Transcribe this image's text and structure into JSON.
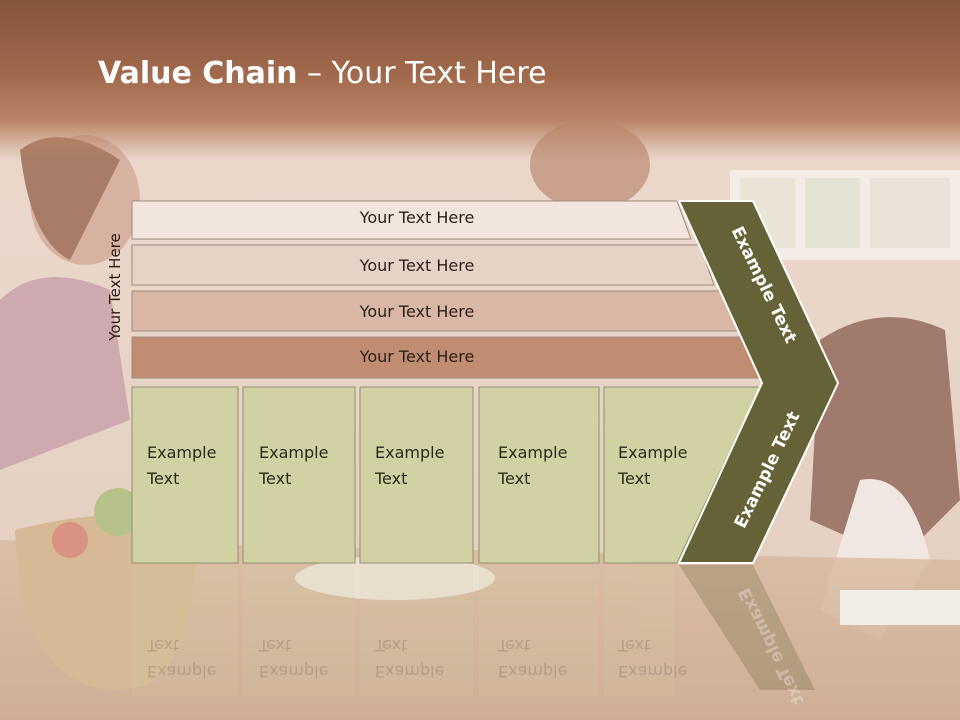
{
  "title": {
    "bold": "Value Chain",
    "rest": " – Your Text Here"
  },
  "side_label": "Your Text Here",
  "rows": [
    "Your Text Here",
    "Your Text Here",
    "Your Text Here",
    "Your Text Here"
  ],
  "columns": [
    {
      "line1": "Example",
      "line2": "Text"
    },
    {
      "line1": "Example",
      "line2": "Text"
    },
    {
      "line1": "Example",
      "line2": "Text"
    },
    {
      "line1": "Example",
      "line2": "Text"
    },
    {
      "line1": "Example",
      "line2": "Text"
    }
  ],
  "arrow_upper": "Example Text",
  "arrow_lower": "Example Text",
  "colors": {
    "header": "#9c6549",
    "row1": "#f1e5de",
    "row2": "#e7d2c6",
    "row3": "#d9b7a4",
    "row4": "#c08c72",
    "column": "#d1d1a4",
    "arrow": "#646236"
  }
}
